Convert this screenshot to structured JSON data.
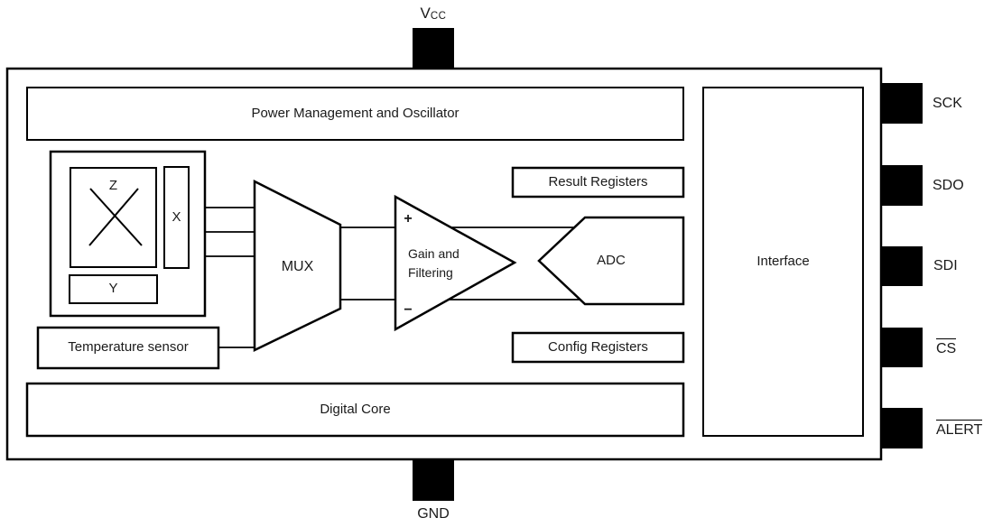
{
  "colors": {
    "line": "#000000",
    "fill": "#ffffff",
    "pin": "#000000",
    "text": "#1a1a1a"
  },
  "pins": {
    "vcc": {
      "main": "V",
      "sub": "CC"
    },
    "gnd": {
      "label": "GND"
    },
    "right": [
      {
        "label": "SCK",
        "overline": false
      },
      {
        "label": "SDO",
        "overline": false
      },
      {
        "label": "SDI",
        "overline": false
      },
      {
        "label": "CS",
        "overline": true
      },
      {
        "label": "ALERT",
        "overline": true
      }
    ]
  },
  "blocks": {
    "power": "Power Management and Oscillator",
    "sensor": {
      "z": "Z",
      "x": "X",
      "y": "Y"
    },
    "temperature": "Temperature sensor",
    "mux": "MUX",
    "amplifier": {
      "line1": "Gain and",
      "line2": "Filtering",
      "plus": "+",
      "minus": "−"
    },
    "adc": "ADC",
    "result_registers": "Result Registers",
    "config_registers": "Config Registers",
    "digital_core": "Digital Core",
    "interface": "Interface"
  }
}
